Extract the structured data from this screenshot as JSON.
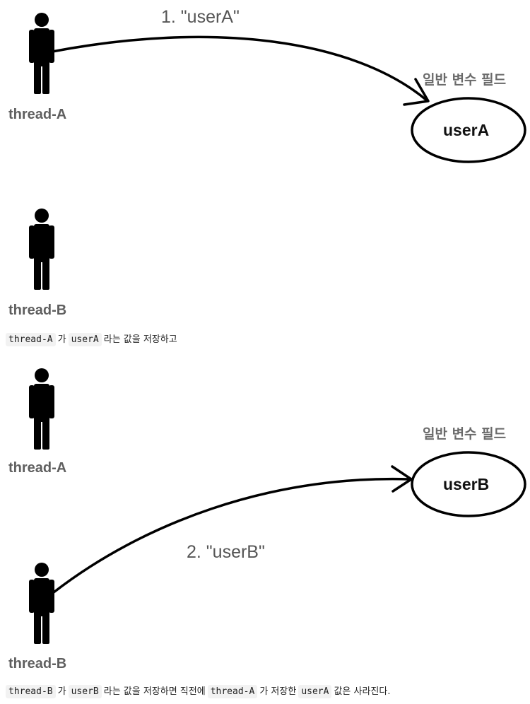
{
  "diagram1": {
    "arrow_label": "1. \"userA\"",
    "field_title": "일반 변수 필드",
    "field_value": "userA",
    "threads": [
      "thread-A",
      "thread-B"
    ]
  },
  "caption1": {
    "code1": "thread-A",
    "text1": "가",
    "code2": "userA",
    "text2": "라는 값을 저장하고"
  },
  "diagram2": {
    "arrow_label": "2. \"userB\"",
    "field_title": "일반 변수 필드",
    "field_value": "userB",
    "threads": [
      "thread-A",
      "thread-B"
    ]
  },
  "caption2": {
    "code1": "thread-B",
    "text1": "가",
    "code2": "userB",
    "text2": "라는 값을 저장하면 직전에",
    "code3": "thread-A",
    "text3": "가 저장한",
    "code4": "userA",
    "text4": "값은 사라진다."
  },
  "icons": {
    "person": "person-icon",
    "ellipse": "field-ellipse"
  },
  "colors": {
    "stroke": "#000000",
    "label_gray": "#5f5f5f"
  }
}
